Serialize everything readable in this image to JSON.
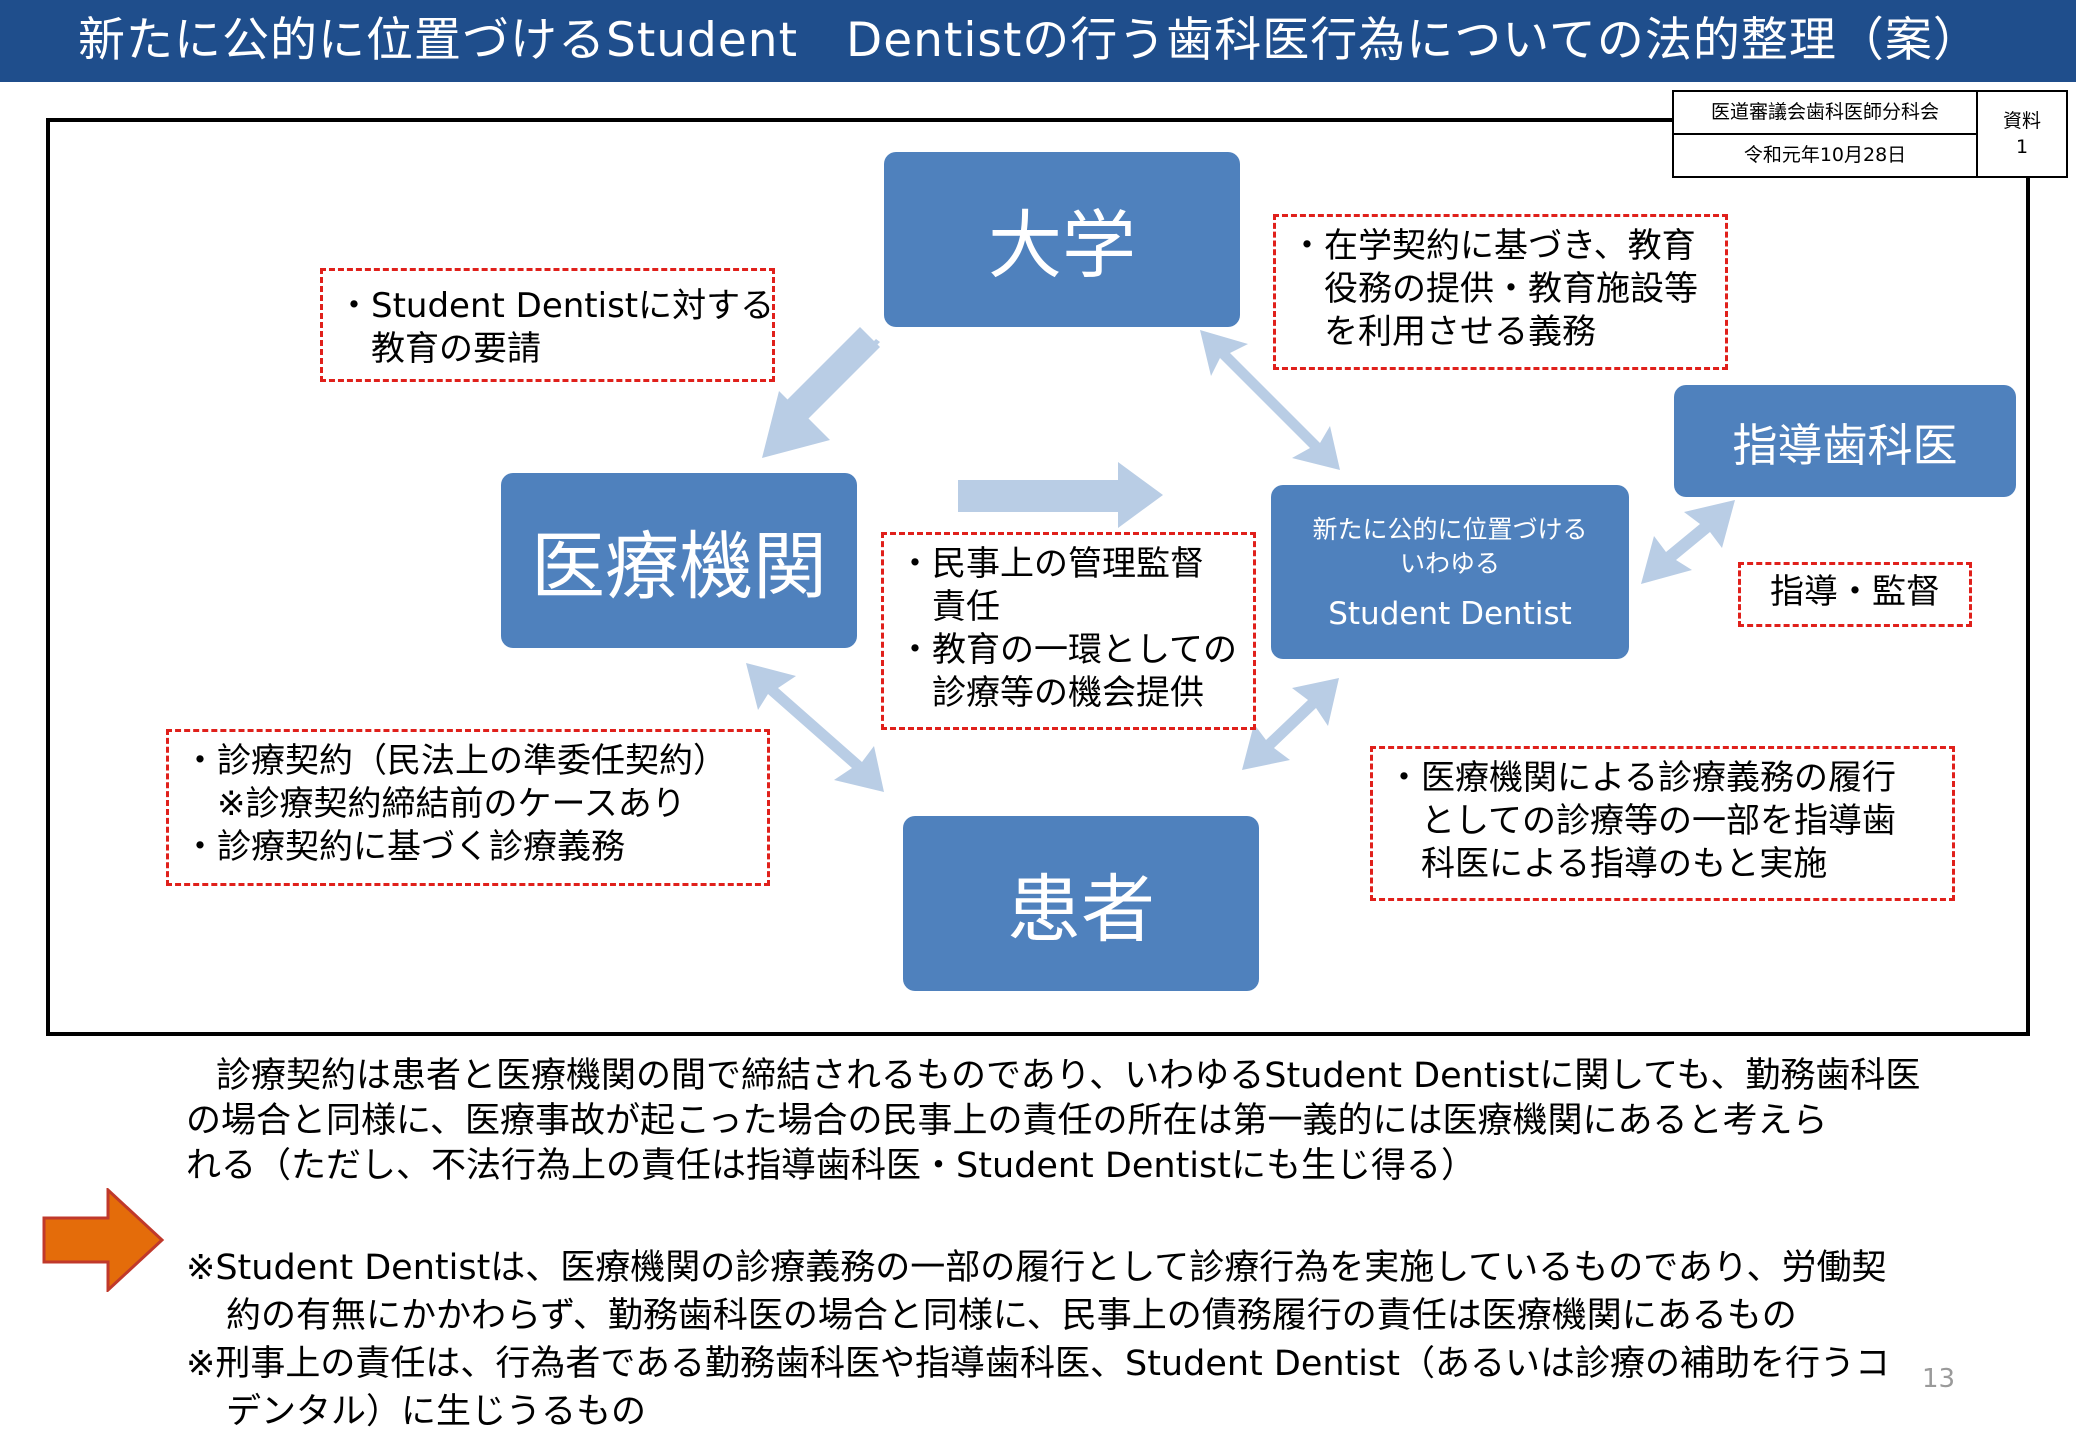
{
  "header": {
    "title": "新たに公的に位置づけるStudent　Dentistの行う歯科医行為についての法的整理（案）"
  },
  "meta": {
    "committee": "医道審議会歯科医師分科会",
    "date": "令和元年10月28日",
    "doc_label": "資料",
    "doc_number": "1"
  },
  "nodes": {
    "university": "大学",
    "hospital": "医療機関",
    "patient": "患者",
    "mentor": "指導歯科医",
    "sd_line1": "新たに公的に位置づける",
    "sd_line2": "いわゆる",
    "sd_line3": "Student Dentist"
  },
  "notes": {
    "edu_request": [
      "・Student Dentistに対する",
      "　教育の要請"
    ],
    "univ_duty": [
      "・在学契約に基づき、教育",
      "　役務の提供・教育施設等",
      "　を利用させる義務"
    ],
    "civil_mgmt": [
      "・民事上の管理監督",
      "　責任",
      "・教育の一環としての",
      "　診療等の機会提供"
    ],
    "guidance": [
      "指導・監督"
    ],
    "contract": [
      "・診療契約（民法上の準委任契約）",
      "　※診療契約締結前のケースあり",
      "・診療契約に基づく診療義務"
    ],
    "care_duty": [
      "・医療機関による診療義務の履行",
      "　としての診療等の一部を指導歯",
      "　科医による指導のもと実施"
    ]
  },
  "paragraph": [
    "診療契約は患者と医療機関の間で締結されるものであり、いわゆるStudent Dentistに関しても、勤務歯科医",
    "の場合と同様に、医療事故が起こった場合の民事上の責任の所在は第一義的には医療機関にあると考えら",
    "れる（ただし、不法行為上の責任は指導歯科医・Student Dentistにも生じ得る）"
  ],
  "footnotes": [
    "※Student Dentistは、医療機関の診療義務の一部の履行として診療行為を実施しているものであり、労働契",
    "約の有無にかかわらず、勤務歯科医の場合と同様に、民事上の債務履行の責任は医療機関にあるもの",
    "※刑事上の責任は、行為者である勤務歯科医や指導歯科医、Student Dentist（あるいは診療の補助を行うコ",
    "デンタル）に生じうるもの"
  ],
  "page_number": "13",
  "colors": {
    "title_bg": "#1f4e8c",
    "node_fill": "#4f81bd",
    "arrow_fill": "#b9cde5",
    "note_border": "#e0201b",
    "callout_arrow": "#e46c0a"
  }
}
